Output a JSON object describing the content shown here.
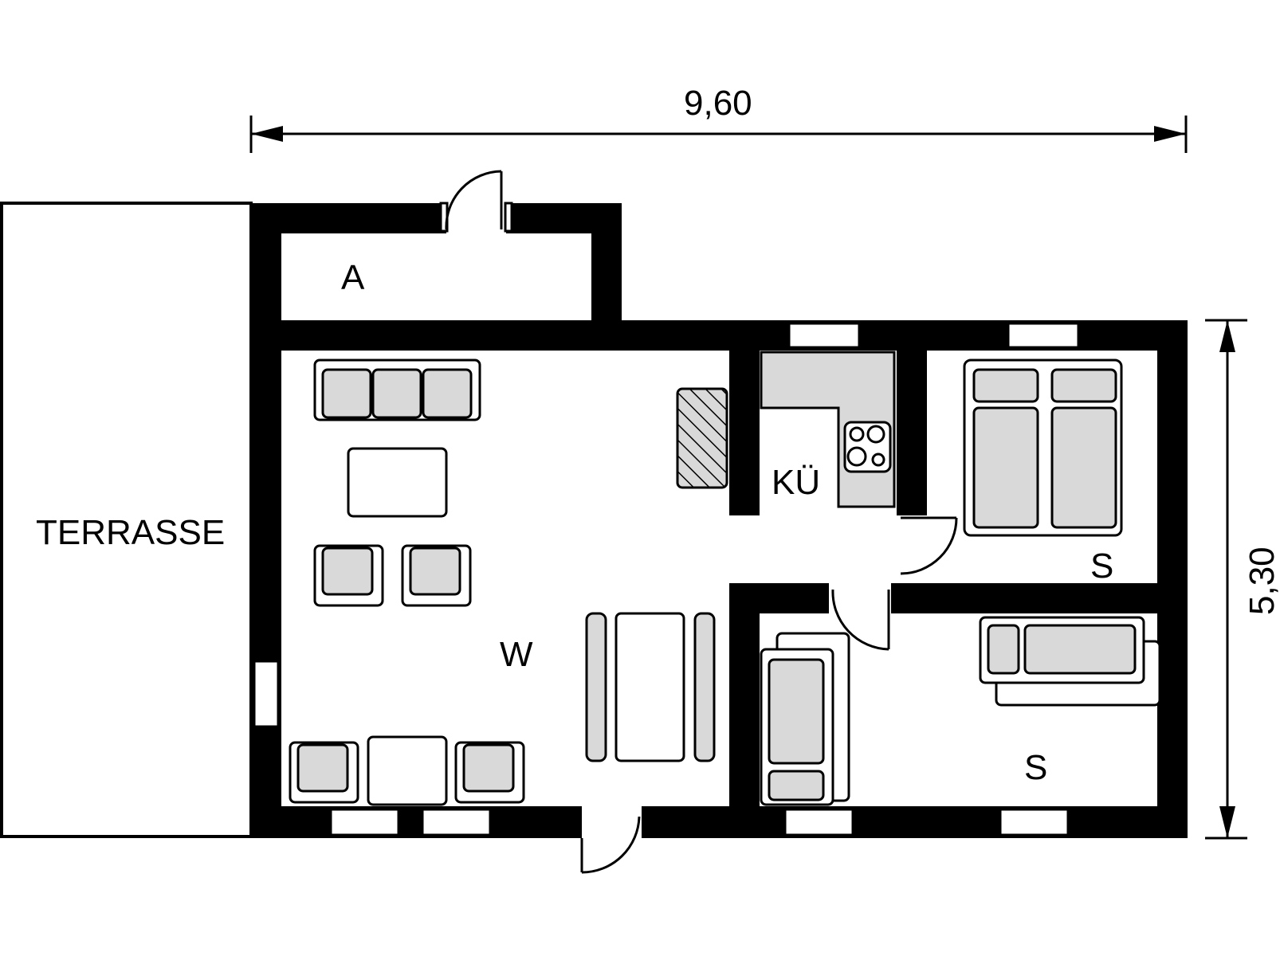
{
  "rooms": {
    "terrace": "TERRASSE",
    "entry": "A",
    "living": "W",
    "kitchen": "KÜ",
    "bedroom_1": "S",
    "bedroom_2": "S"
  },
  "dimensions": {
    "width": "9,60",
    "depth": "5,30"
  },
  "colors": {
    "wall": "#000000",
    "furniture_fill": "#d9d9d9",
    "background": "#ffffff"
  }
}
